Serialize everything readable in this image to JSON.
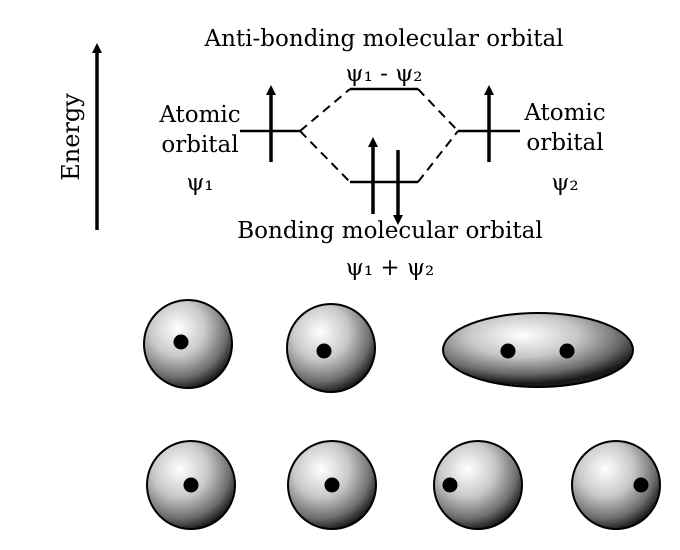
{
  "axis": {
    "label": "Energy"
  },
  "antibonding": {
    "title": "Anti-bonding molecular orbital",
    "formula": "ψ₁ - ψ₂"
  },
  "bonding": {
    "title": "Bonding molecular orbital",
    "formula": "ψ₁ + ψ₂"
  },
  "left_atom": {
    "line1": "Atomic",
    "line2": "orbital",
    "psi": "ψ₁"
  },
  "right_atom": {
    "line1": "Atomic",
    "line2": "orbital",
    "psi": "ψ₂"
  },
  "electrons": {
    "left_atomic": "up",
    "right_atomic": "up",
    "bonding": [
      "up",
      "down"
    ]
  },
  "sphere_rows": [
    {
      "items": [
        {
          "shape": "sphere",
          "nuclei": 1
        },
        {
          "shape": "sphere",
          "nuclei": 1
        },
        {
          "shape": "ellipsoid",
          "nuclei": 2
        }
      ]
    },
    {
      "items": [
        {
          "shape": "sphere",
          "nuclei": 1
        },
        {
          "shape": "sphere",
          "nuclei": 1
        },
        {
          "shape": "sphere",
          "nuclei": 1
        },
        {
          "shape": "sphere",
          "nuclei": 1
        }
      ]
    }
  ],
  "colors": {
    "ink": "#000000",
    "sphere_highlight": "#ffffff",
    "sphere_shadow": "#2a2a2a"
  }
}
